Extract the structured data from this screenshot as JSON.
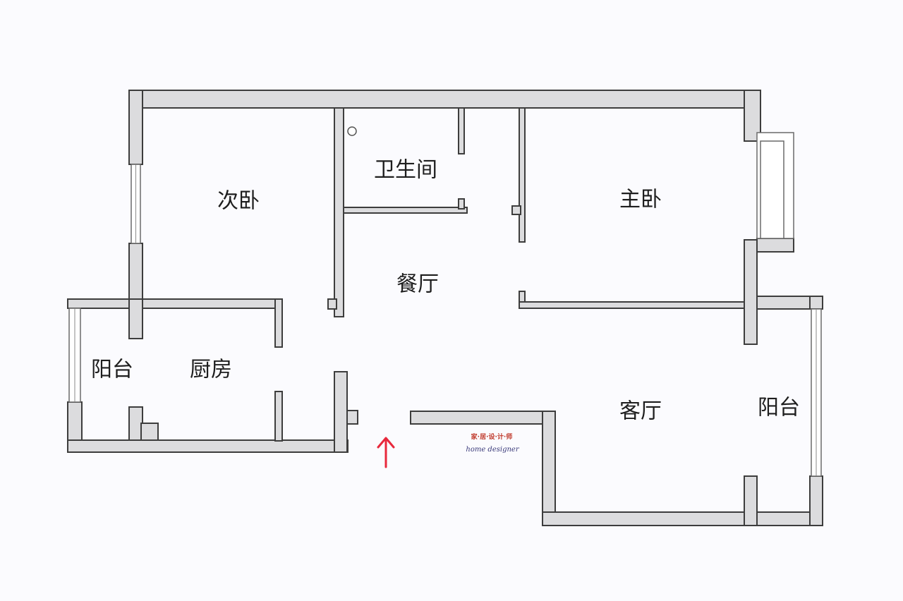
{
  "rooms": {
    "second_bedroom": "次卧",
    "bathroom": "卫生间",
    "master_bedroom": "主卧",
    "dining_room": "餐厅",
    "balcony_west": "阳台",
    "kitchen": "厨房",
    "living_room": "客厅",
    "balcony_east": "阳台"
  },
  "entrance_arrow": {
    "symbol": "up-arrow-icon",
    "color": "#e8283c"
  },
  "watermark": {
    "line1": "家·居·设·计·师",
    "line2": "home designer"
  },
  "colors": {
    "wall_fill": "#dcdcde",
    "wall_stroke": "#3d3d3d",
    "background": "#fbfbfe"
  }
}
